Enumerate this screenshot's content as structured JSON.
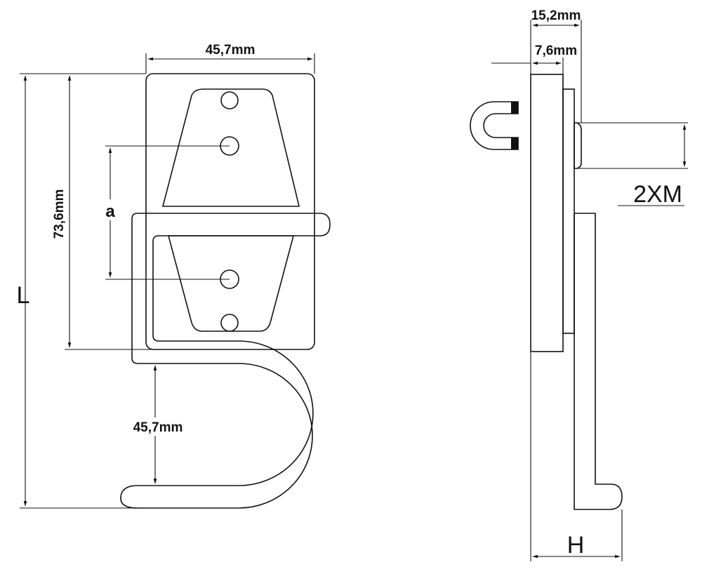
{
  "dimensions": {
    "plate_width": "45,7mm",
    "plate_height": "73,6mm",
    "overall_length": "L",
    "hole_spacing": "a",
    "hook_opening": "45,7mm",
    "total_thickness": "15,2mm",
    "plate_thickness": "7,6mm",
    "thread": "2XM",
    "hook_depth": "H"
  }
}
